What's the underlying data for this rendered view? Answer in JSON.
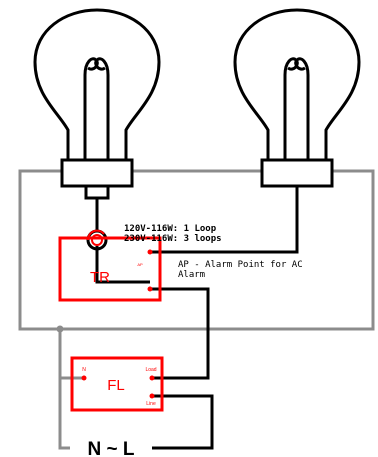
{
  "diagram": {
    "transformer_label": "TR",
    "transformer_terminal_label": "AP",
    "filter_label": "FL",
    "filter_n_terminal": "N",
    "filter_load_terminal": "Load",
    "filter_line_terminal": "Line",
    "loop_note_line1": "120V-116W: 1 Loop",
    "loop_note_line2": "230V-116W: 3 loops",
    "alarm_note_line1": "AP - Alarm Point for AC",
    "alarm_note_line2": "Alarm",
    "mains_label": "N ~ L"
  },
  "colors": {
    "wire_black": "#000000",
    "wire_grey": "#8c8c8c",
    "component_red": "#ff0000"
  },
  "icons": [
    "light-bulb-icon",
    "light-bulb-icon",
    "current-loop-icon"
  ]
}
